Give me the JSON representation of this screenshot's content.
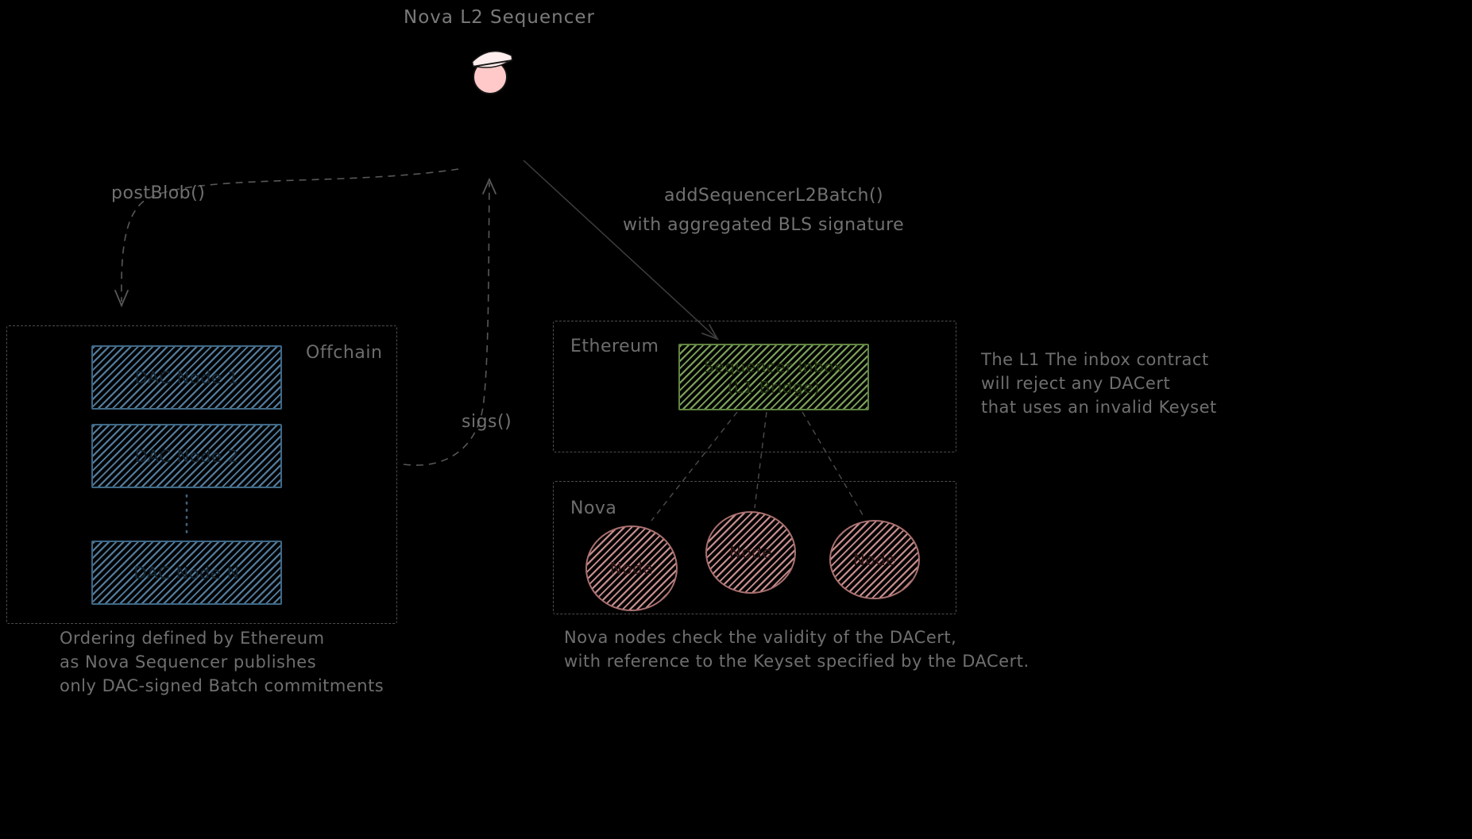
{
  "title": "Nova L2 Sequencer",
  "arrows": {
    "post_blob": "postBlob()",
    "sigs": "sigs()",
    "add_batch": "addSequencerL2Batch()",
    "add_batch_sub": "with aggregated BLS signature"
  },
  "offchain": {
    "label": "Offchain",
    "nodes": [
      "DAC Node 1",
      "DAC Node 2",
      "DAC Node N"
    ]
  },
  "ethereum": {
    "label": "Ethereum",
    "inbox": {
      "line1": "Sequencer Inbox",
      "line2": "(L1 Bridge)"
    }
  },
  "nova": {
    "label": "Nova",
    "nodes": [
      "Node",
      "Node",
      "Node"
    ]
  },
  "notes": {
    "keyset": [
      "The L1 The inbox contract",
      "will reject any DACert",
      "that uses an invalid Keyset"
    ],
    "ordering": [
      "Ordering defined by Ethereum",
      "as Nova Sequencer publishes",
      "only DAC-signed Batch commitments"
    ],
    "validity": [
      "Nova nodes check the validity of the DACert,",
      "with reference to the Keyset specified by the DACert."
    ]
  },
  "colors": {
    "background": "#000000",
    "label_text": "#717171",
    "dac_fill": "#547d9e",
    "inbox_fill": "#7da25b",
    "node_fill": "#c98f8f",
    "sequencer_head": "#ffc9c9"
  }
}
